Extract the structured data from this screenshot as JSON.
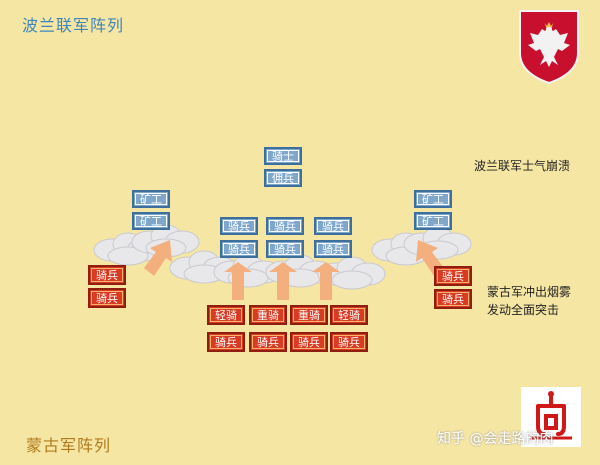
{
  "titles": {
    "poland": "波兰联军阵列",
    "mongol": "蒙古军阵列"
  },
  "annotations": {
    "collapse": "波兰联军士气崩溃",
    "charge_line1": "蒙古军冲出烟雾",
    "charge_line2": "发动全面突击"
  },
  "polish_units": {
    "left_1": "矿工",
    "left_2": "矿工",
    "center_top_1": "骑士",
    "center_top_2": "佣兵",
    "c1_1": "骑兵",
    "c1_2": "骑兵",
    "c2_1": "骑兵",
    "c2_2": "骑兵",
    "c3_1": "骑兵",
    "c3_2": "骑兵",
    "right_1": "矿工",
    "right_2": "矿工"
  },
  "mongol_units": {
    "left_1": "骑兵",
    "left_2": "骑兵",
    "row1_1": "轻骑",
    "row1_2": "重骑",
    "row1_3": "重骑",
    "row1_4": "轻骑",
    "row2_1": "骑兵",
    "row2_2": "骑兵",
    "row2_3": "骑兵",
    "row2_4": "骑兵",
    "right_1": "骑兵",
    "right_2": "骑兵"
  },
  "watermark": "知乎 @会走路的肉",
  "colors": {
    "background": "#f6e6a4",
    "polish_box": "#7fa7cb",
    "mongol_box": "#d93a22",
    "arrow": "#f3b07e",
    "smoke": "#e9e9ec"
  },
  "icons": {
    "coat_of_arms": "polish-eagle-shield-icon",
    "logo": "stamp-logo-icon"
  }
}
